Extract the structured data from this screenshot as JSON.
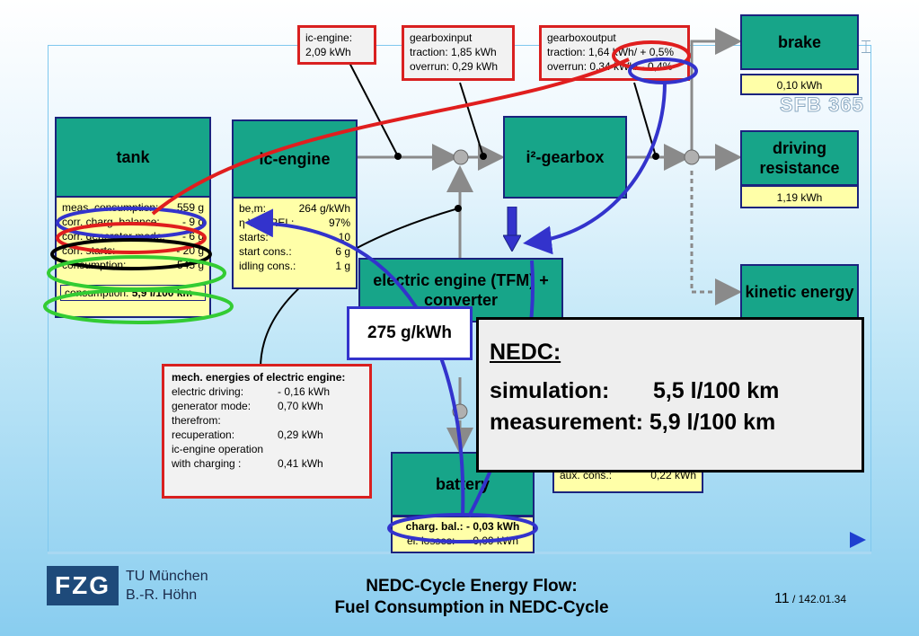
{
  "brand": {
    "logo": "FZG",
    "university": "TU München",
    "author": "B.-R. Höhn",
    "watermark": "SFB 365"
  },
  "blocks": {
    "tank": "tank",
    "ic_engine": "ic-engine",
    "gearbox": "i²-gearbox",
    "electric_engine": "electric engine (TFM) + converter",
    "battery": "battery",
    "brake": "brake",
    "driving_resistance": "driving resistance",
    "kinetic_energy": "kinetic energy"
  },
  "tank_values": [
    {
      "label": "meas. consumption:",
      "value": "559 g"
    },
    {
      "label": "corr. charg. balance:",
      "value": "- 9 g"
    },
    {
      "label": "corr. generator mode:",
      "value": "- 6 g"
    },
    {
      "label": "corr. starts:",
      "value": "- 20 g"
    },
    {
      "label": "consumption:",
      "value": "545 g"
    }
  ],
  "tank_consumption_label": "consumption:",
  "tank_consumption_value": "5,9 l/100 km",
  "engine_values": [
    {
      "label": "be,m:",
      "value": "264 g/kWh"
    },
    {
      "label": "η VM, REL:",
      "value": "97%"
    },
    {
      "label": "starts:",
      "value": "10"
    },
    {
      "label": "start cons.:",
      "value": "6 g"
    },
    {
      "label": "idling cons.:",
      "value": "1 g"
    }
  ],
  "brake_value": "0,10 kWh",
  "driving_value": "1,19 kWh",
  "battery_charge": "charg. bal.: - 0,03 kWh",
  "battery_losses": "el. losses:      0,09 kWh",
  "aux_label": "aux. cons.:",
  "aux_value": "0,22 kWh",
  "ice_box": {
    "title": "ic-engine:",
    "value": "2,09 kWh"
  },
  "gbin_box": {
    "title": "gearboxinput",
    "traction": "traction: 1,85 kWh",
    "overrun": "overrun: 0,29 kWh"
  },
  "gbout_box": {
    "title": "gearboxoutput",
    "traction": "traction: 1,64 kWh/ + 0,5%",
    "overrun": "overrun: 0,34 kWh/ - 0,4%"
  },
  "mech_box": {
    "title": "mech. energies of electric engine:",
    "rows": [
      {
        "label": "electric driving:",
        "value": "- 0,16 kWh"
      },
      {
        "label": "generator mode:",
        "value": "0,70 kWh"
      },
      {
        "label": "therefrom:",
        "value": ""
      },
      {
        "label": "recuperation:",
        "value": "0,29 kWh"
      },
      {
        "label": "ic-engine operation",
        "value": ""
      },
      {
        "label": "with charging :",
        "value": "0,41 kWh"
      }
    ]
  },
  "callout": "275 g/kWh",
  "nedc_panel": {
    "heading": "NEDC:",
    "simulation": "simulation:       5,5 l/100 km",
    "measurement": "measurement: 5,9 l/100 km"
  },
  "footer": {
    "title1": "NEDC-Cycle Energy Flow:",
    "title2": "Fuel Consumption in NEDC-Cycle",
    "page": "11",
    "date": " / 142.01.34"
  },
  "colors": {
    "block": "#17a589",
    "value_box": "#ffffa8",
    "red": "#d92020",
    "blue": "#3333cc",
    "green": "#33cc33"
  }
}
